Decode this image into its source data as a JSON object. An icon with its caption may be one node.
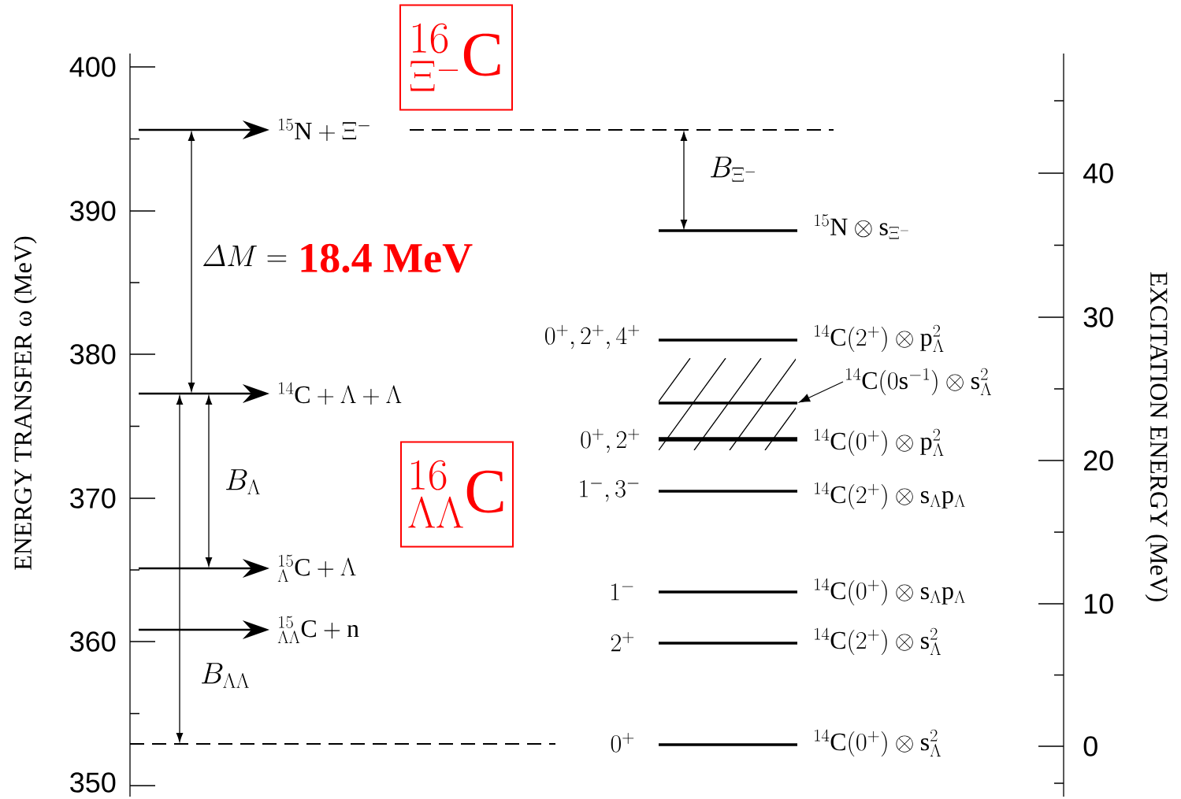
{
  "diagram": {
    "nodes": [
      {
        "text": [
          "{}^{16}_{\\Xi^-}\\mathrm{C}"
        ]
      },
      {
        "text": [
          "{}^{15}\\mathrm{N}+\\Xi^-"
        ]
      },
      {
        "text": [
          "{}^{14}\\mathrm{C}+\\Lambda+\\Lambda"
        ]
      },
      {
        "text": [
          "{}^{15}_{\\Lambda}\\mathrm{C}+\\Lambda"
        ]
      },
      {
        "text": [
          "{}^{15}_{\\Lambda\\Lambda}\\mathrm{C}+\\mathrm{n}"
        ]
      },
      {
        "text": [
          "{}^{16}_{\\Lambda\\Lambda}\\mathrm{C}"
        ]
      },
      {
        "text": [
          "{}^{14}\\mathrm{C}(0\\mathrm{s}^{-1})\\otimes\\mathrm{s}_{\\Lambda}^{2}"
        ]
      },
      {
        "text": [],
        "shape": "bar"
      }
    ],
    "edges": [
      {
        "from": null,
        "to": 1,
        "arrow": "to"
      },
      {
        "from": null,
        "to": 2,
        "arrow": "to"
      },
      {
        "from": null,
        "to": 3,
        "arrow": "to"
      },
      {
        "from": null,
        "to": 4,
        "arrow": "to"
      },
      {
        "from": 6,
        "to": 7,
        "arrow": "to"
      }
    ],
    "labels": [
      "400",
      "390",
      "380",
      "370",
      "360",
      "350",
      "ENERGY TRANSFER ω (MeV)",
      "\\mathnormal{\\Delta M} =",
      "18.4 MeV",
      "B_{\\Xi^-}",
      "B_{\\Lambda}",
      "B_{\\Lambda\\Lambda}",
      "{}^{15}\\mathrm{N}\\otimes\\mathrm{s}_{\\Xi^-}",
      "0^+,2^+,4^+",
      "{}^{14}\\mathrm{C}(2^+)\\otimes\\mathrm{p}_{\\Lambda}^{2}",
      "0^+,2^+",
      "{}^{14}\\mathrm{C}(0^+)\\otimes\\mathrm{p}_{\\Lambda}^{2}",
      "1^-,3^-",
      "{}^{14}\\mathrm{C}(2^+)\\otimes\\mathrm{s}_{\\Lambda}\\mathrm{p}_{\\Lambda}",
      "1^-",
      "{}^{14}\\mathrm{C}(0^+)\\otimes\\mathrm{s}_{\\Lambda}\\mathrm{p}_{\\Lambda}",
      "2^+",
      "{}^{14}\\mathrm{C}(2^+)\\otimes\\mathrm{s}_{\\Lambda}^{2}",
      "0^+",
      "{}^{14}\\mathrm{C}(0^+)\\otimes\\mathrm{s}_{\\Lambda}^{2}",
      "40",
      "30",
      "20",
      "10",
      "0",
      "EXCITATION ENERGY (MeV)"
    ]
  }
}
